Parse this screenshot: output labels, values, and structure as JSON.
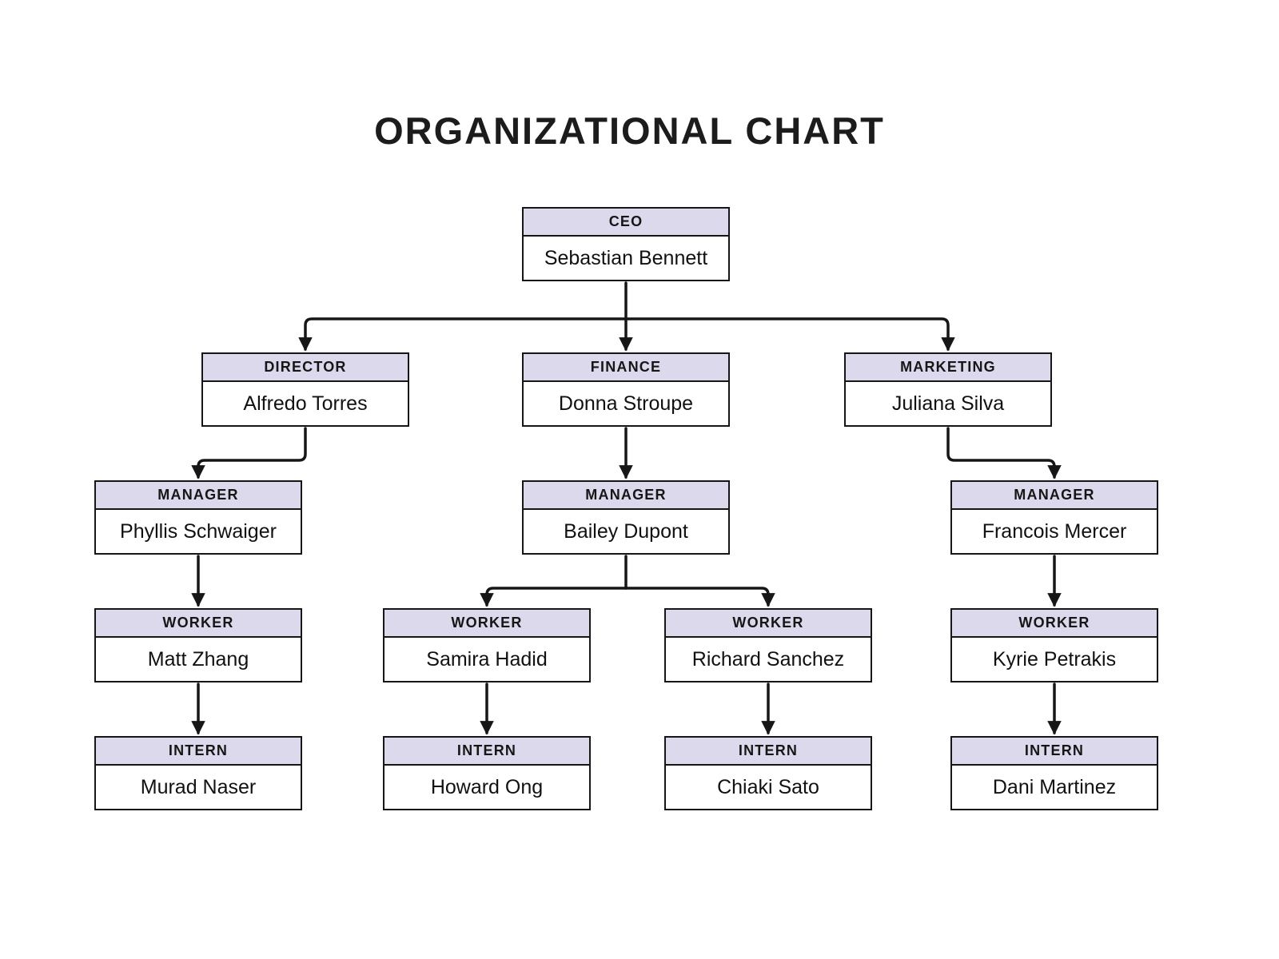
{
  "title": "ORGANIZATIONAL CHART",
  "colors": {
    "header_bg": "#dbd9eb",
    "ink": "#161616",
    "line": "#161616",
    "page_bg": "#ffffff"
  },
  "nodes": [
    {
      "id": "ceo",
      "role": "CEO",
      "name": "Sebastian Bennett"
    },
    {
      "id": "director",
      "role": "DIRECTOR",
      "name": "Alfredo Torres"
    },
    {
      "id": "finance",
      "role": "FINANCE",
      "name": "Donna Stroupe"
    },
    {
      "id": "marketing",
      "role": "MARKETING",
      "name": "Juliana Silva"
    },
    {
      "id": "manager-director",
      "role": "MANAGER",
      "name": "Phyllis Schwaiger"
    },
    {
      "id": "manager-finance",
      "role": "MANAGER",
      "name": "Bailey Dupont"
    },
    {
      "id": "manager-marketing",
      "role": "MANAGER",
      "name": "Francois Mercer"
    },
    {
      "id": "worker-1",
      "role": "WORKER",
      "name": "Matt Zhang"
    },
    {
      "id": "worker-2",
      "role": "WORKER",
      "name": "Samira Hadid"
    },
    {
      "id": "worker-3",
      "role": "WORKER",
      "name": "Richard Sanchez"
    },
    {
      "id": "worker-4",
      "role": "WORKER",
      "name": "Kyrie Petrakis"
    },
    {
      "id": "intern-1",
      "role": "INTERN",
      "name": "Murad Naser"
    },
    {
      "id": "intern-2",
      "role": "INTERN",
      "name": "Howard Ong"
    },
    {
      "id": "intern-3",
      "role": "INTERN",
      "name": "Chiaki Sato"
    },
    {
      "id": "intern-4",
      "role": "INTERN",
      "name": "Dani Martinez"
    }
  ],
  "edges": [
    {
      "from": "ceo",
      "to": "director"
    },
    {
      "from": "ceo",
      "to": "finance"
    },
    {
      "from": "ceo",
      "to": "marketing"
    },
    {
      "from": "director",
      "to": "manager-director"
    },
    {
      "from": "finance",
      "to": "manager-finance"
    },
    {
      "from": "marketing",
      "to": "manager-marketing"
    },
    {
      "from": "manager-director",
      "to": "worker-1"
    },
    {
      "from": "manager-finance",
      "to": "worker-2"
    },
    {
      "from": "manager-finance",
      "to": "worker-3"
    },
    {
      "from": "manager-marketing",
      "to": "worker-4"
    },
    {
      "from": "worker-1",
      "to": "intern-1"
    },
    {
      "from": "worker-2",
      "to": "intern-2"
    },
    {
      "from": "worker-3",
      "to": "intern-3"
    },
    {
      "from": "worker-4",
      "to": "intern-4"
    }
  ]
}
